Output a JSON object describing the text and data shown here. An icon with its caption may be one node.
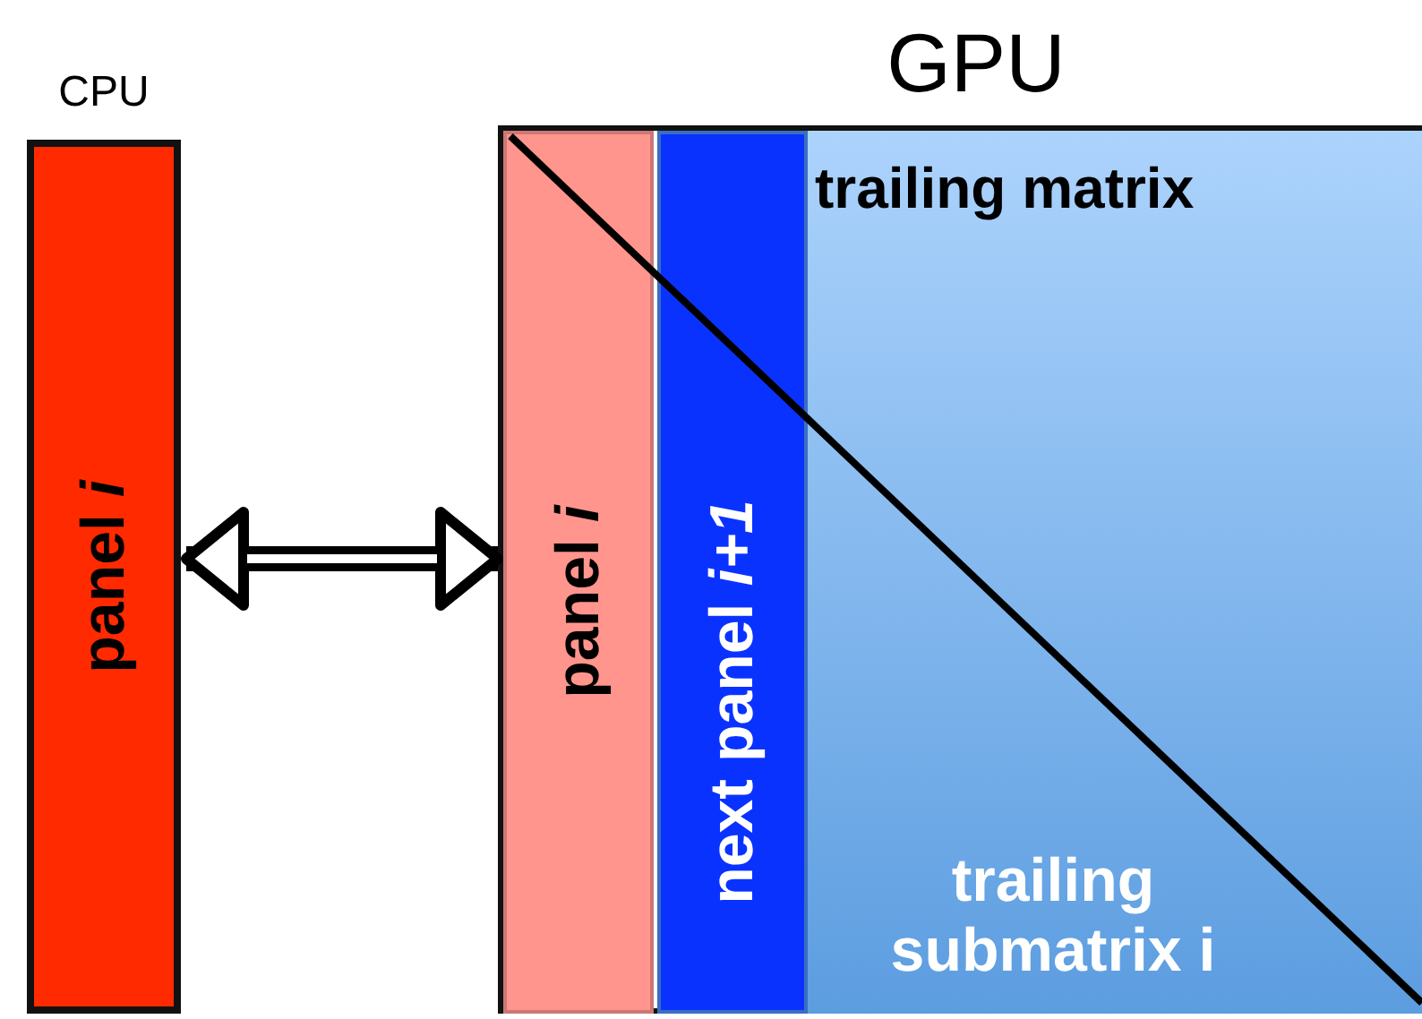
{
  "diagram": {
    "nodes": [
      {
        "text": [
          "panel *i*"
        ],
        "beside": [
          "CPU"
        ]
      },
      {
        "text": [],
        "shape": "box",
        "beside": [
          "GPU"
        ]
      },
      {
        "text": [
          "panel *i*"
        ],
        "in": 1
      },
      {
        "text": [
          "next panel *i+1*"
        ],
        "in": 1
      },
      {
        "text": [
          "trailing matrix",
          "trailing submatrix i"
        ],
        "in": 1
      }
    ],
    "edges": [
      {
        "from": 0,
        "to": 2,
        "arrow": "both"
      }
    ]
  }
}
